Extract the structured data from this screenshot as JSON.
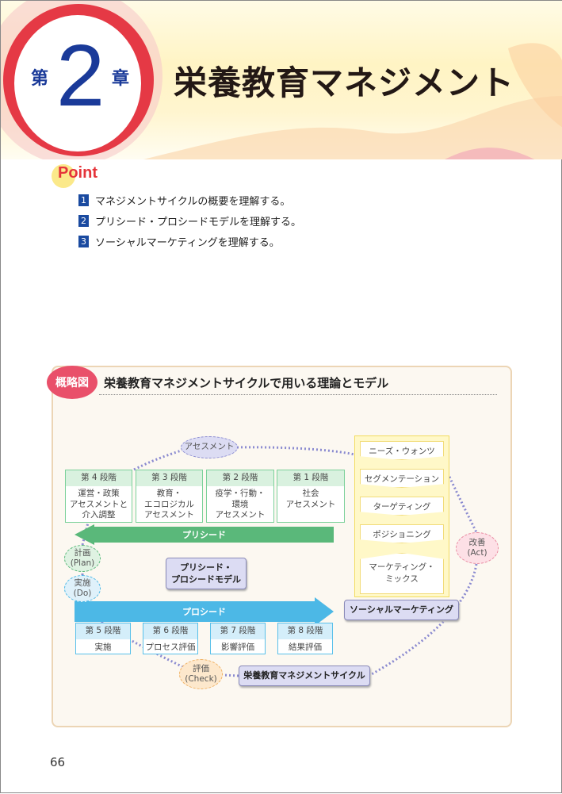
{
  "chapter": {
    "prefix": "第",
    "number": "2",
    "suffix": "章",
    "title": "栄養教育マネジメント"
  },
  "point": {
    "label": "Point",
    "items": [
      {
        "num": "1",
        "text": "マネジメントサイクルの概要を理解する。"
      },
      {
        "num": "2",
        "text": "プリシード・プロシードモデルを理解する。"
      },
      {
        "num": "3",
        "text": "ソーシャルマーケティングを理解する。"
      }
    ]
  },
  "figure": {
    "badge": "概略図",
    "title": "栄養教育マネジメントサイクルで用いる理論とモデル",
    "top_stages": [
      {
        "h": "第 4 段階",
        "b": "運営・政策\nアセスメントと\n介入調整"
      },
      {
        "h": "第 3 段階",
        "b": "教育・\nエコロジカル\nアセスメント"
      },
      {
        "h": "第 2 段階",
        "b": "疫学・行動・\n環境\nアセスメント"
      },
      {
        "h": "第 1 段階",
        "b": "社会\nアセスメント"
      }
    ],
    "bottom_stages": [
      {
        "h": "第 5 段階",
        "b": "実施"
      },
      {
        "h": "第 6 段階",
        "b": "プロセス評価"
      },
      {
        "h": "第 7 段階",
        "b": "影響評価"
      },
      {
        "h": "第 8 段階",
        "b": "結果評価"
      }
    ],
    "precede_arrow": "プリシード",
    "proceed_arrow": "プロシード",
    "model_label": "プリシード・\nプロシードモデル",
    "marketing_steps": [
      "ニーズ・ウォンツ",
      "セグメンテーション",
      "ターゲティング",
      "ポジショニング",
      "マーケティング・\nミックス"
    ],
    "marketing_label": "ソーシャルマーケティング",
    "cycle_label": "栄養教育マネジメントサイクル",
    "cycle": {
      "assessment": "アセスメント",
      "plan": "計画\n(Plan)",
      "do": "実施\n(Do)",
      "check": "評価\n(Check)",
      "act": "改善\n(Act)"
    }
  },
  "page_number": "66"
}
